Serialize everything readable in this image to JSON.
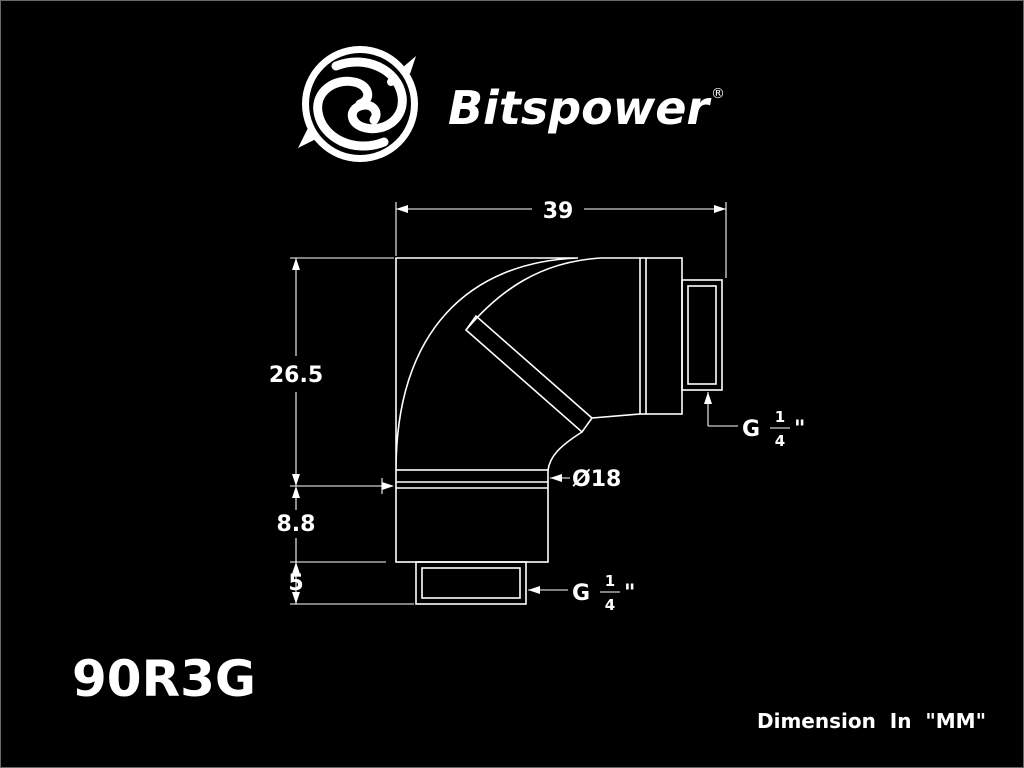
{
  "brand": {
    "name": "Bitspower",
    "registered_mark": "®",
    "logo_icon": "dragon-emblem-icon"
  },
  "model": "90R3G",
  "dimensions": {
    "width": "39",
    "height": "26.5",
    "rotary_height": "8.8",
    "thread_length": "5",
    "diameter": "Ø18"
  },
  "threads": {
    "side": {
      "prefix": "G",
      "numerator": "1",
      "denominator": "4",
      "suffix": "\""
    },
    "bottom": {
      "prefix": "G",
      "numerator": "1",
      "denominator": "4",
      "suffix": "\""
    }
  },
  "unit_note": "Dimension  In  \"MM\"",
  "colors": {
    "background": "#000000",
    "foreground": "#ffffff"
  }
}
